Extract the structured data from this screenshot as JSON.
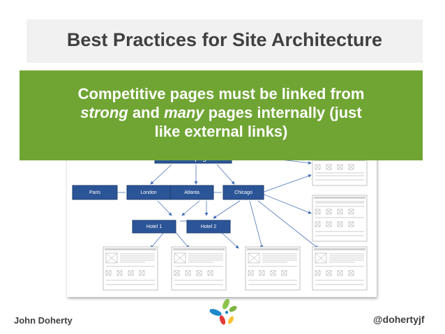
{
  "slide": {
    "title": "Best Practices for Site Architecture",
    "callout_line1": "Competitive pages must be linked from",
    "callout_line2_em1": "strong",
    "callout_line2_mid": " and ",
    "callout_line2_em2": "many",
    "callout_line2_end": " pages internally (just",
    "callout_line3": "like external links)"
  },
  "diagram": {
    "top_node": "Homepage",
    "nodes": [
      "Paris",
      "London",
      "Atlanta",
      "Chicago",
      "Hotel 1",
      "Hotel 2"
    ]
  },
  "footer": {
    "author": "John Doherty",
    "handle": "@dohertyjf"
  },
  "colors": {
    "callout_green": "#70a534",
    "node_blue": "#2c5597",
    "title_bg": "#f1f1f1"
  }
}
